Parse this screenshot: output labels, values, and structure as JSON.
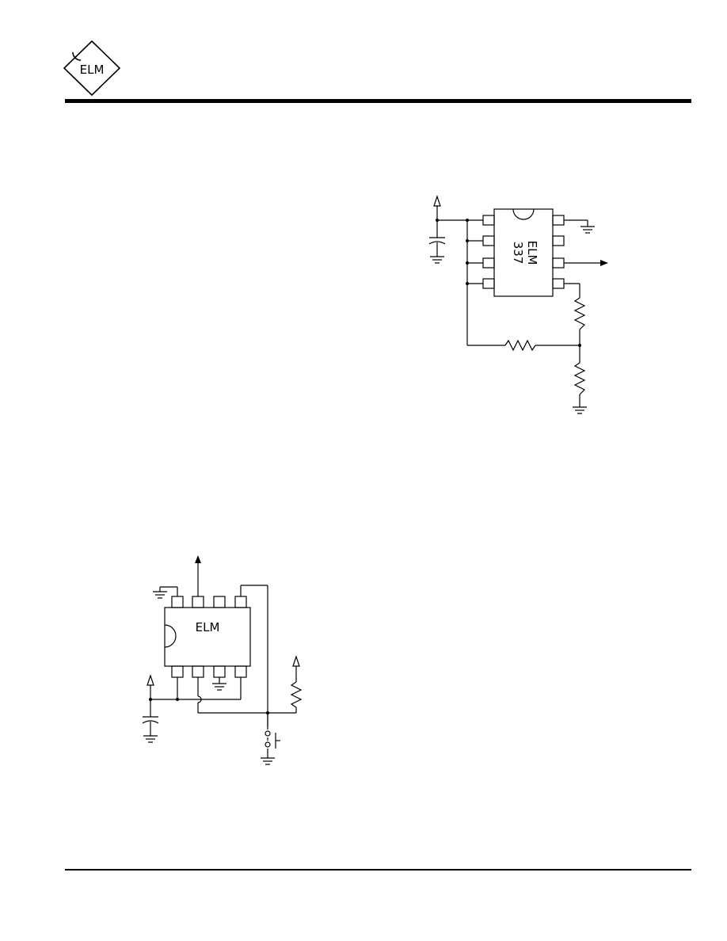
{
  "header": {
    "logo_text": "ELM",
    "accent": "#000000"
  },
  "schematic_top": {
    "chip_line1": "ELM",
    "chip_line2": "337"
  },
  "schematic_bottom": {
    "chip_label": "ELM"
  }
}
